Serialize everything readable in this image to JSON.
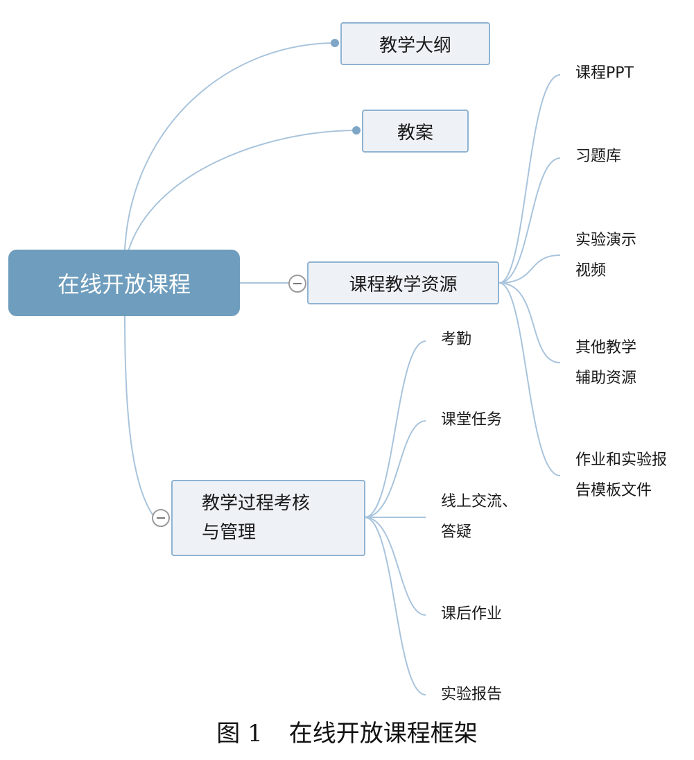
{
  "diagram": {
    "root": "在线开放课程",
    "branches": [
      {
        "label": "教学大纲"
      },
      {
        "label": "教案"
      },
      {
        "label": "课程教学资源",
        "children": [
          {
            "lines": [
              "课程PPT"
            ]
          },
          {
            "lines": [
              "习题库"
            ]
          },
          {
            "lines": [
              "实验演示",
              "视频"
            ]
          },
          {
            "lines": [
              "其他教学",
              "辅助资源"
            ]
          },
          {
            "lines": [
              "作业和实验报",
              "告模板文件"
            ]
          }
        ]
      },
      {
        "lines": [
          "教学过程考核",
          "与管理"
        ],
        "children": [
          {
            "lines": [
              "考勤"
            ]
          },
          {
            "lines": [
              "课堂任务"
            ]
          },
          {
            "lines": [
              "线上交流、",
              "答疑"
            ]
          },
          {
            "lines": [
              "课后作业"
            ]
          },
          {
            "lines": [
              "实验报告"
            ]
          }
        ]
      }
    ]
  },
  "caption": {
    "figure_no": "图 1",
    "title": "在线开放课程框架"
  }
}
